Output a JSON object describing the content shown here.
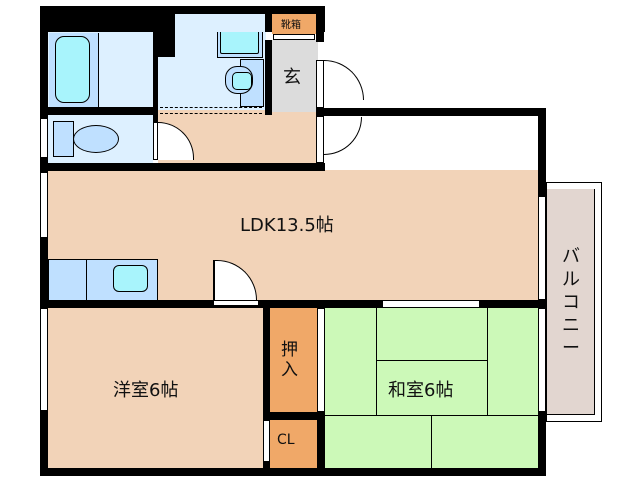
{
  "floorplan": {
    "rooms": [
      {
        "id": "ldk",
        "label": "LDK13.5帖",
        "type": "LDK",
        "size_jo": 13.5,
        "color": "#f2d3b8"
      },
      {
        "id": "western",
        "label": "洋室6帖",
        "type": "Western room",
        "size_jo": 6,
        "color": "#f2d3b8"
      },
      {
        "id": "japanese",
        "label": "和室6帖",
        "type": "Japanese room",
        "size_jo": 6,
        "color": "#ccf9b8"
      },
      {
        "id": "oshiire",
        "label": "押入",
        "type": "Closet (futon)",
        "color": "#f0a868"
      },
      {
        "id": "cl",
        "label": "CL",
        "type": "Closet",
        "color": "#f0a868"
      },
      {
        "id": "genkan",
        "label": "玄",
        "type": "Entrance",
        "color": "#dcdcdc"
      },
      {
        "id": "shoebox",
        "label": "靴箱",
        "type": "Shoe cabinet",
        "color": "#f0a868"
      },
      {
        "id": "balcony",
        "label": "バルコニー",
        "type": "Balcony",
        "color": "#e2d6d0"
      },
      {
        "id": "bath",
        "label": "",
        "type": "Bathroom",
        "color": "#ddf0ff"
      },
      {
        "id": "washroom",
        "label": "",
        "type": "Washroom",
        "color": "#ddf0ff"
      },
      {
        "id": "toilet",
        "label": "",
        "type": "Toilet",
        "color": "#ddf0ff"
      },
      {
        "id": "kitchen",
        "label": "",
        "type": "Kitchen",
        "color": "#bfe0ff"
      }
    ],
    "colors": {
      "wall": "#000000",
      "floor_wood": "#f2d3b8",
      "tatami": "#ccf9b8",
      "wet_area": "#ddf0ff",
      "fixture": "#bfe0ff",
      "fixture_inner": "#a8f4fc",
      "storage": "#f0a868",
      "entrance": "#dcdcdc",
      "balcony": "#e2d6d0"
    }
  }
}
